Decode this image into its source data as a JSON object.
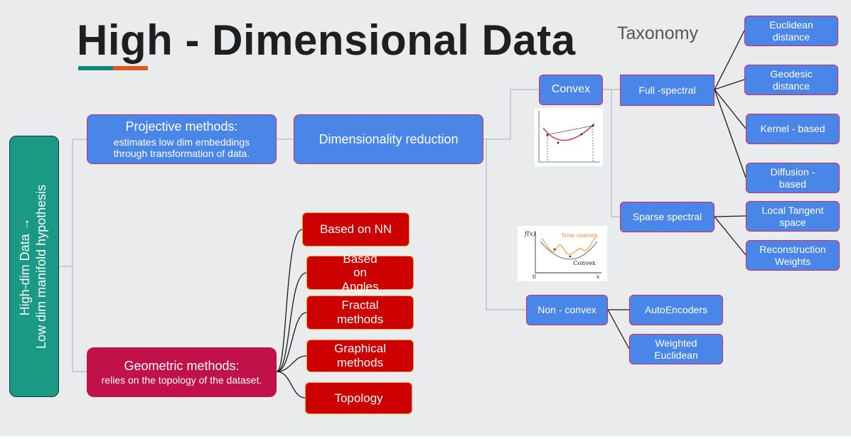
{
  "title": "High - Dimensional Data",
  "taxonomy": "Taxonomy",
  "root": {
    "line1": "High-dim Data →",
    "line2": "Low dim manifold hypothesis"
  },
  "projective": {
    "title": "Projective methods:",
    "desc": "estimates low dim embeddings through transformation of data."
  },
  "geometric": {
    "title": "Geometric methods:",
    "desc": "relies on the topology of the dataset."
  },
  "dim_reduction": "Dimensionality reduction",
  "geometric_children": [
    "Based on NN",
    "Based on Angles",
    "Fractal methods",
    "Graphical methods",
    "Topology"
  ],
  "convex": "Convex",
  "non_convex": "Non - convex",
  "full_spectral": "Full -spectral",
  "sparse_spectral": "Sparse spectral",
  "full_spectral_children": [
    "Euclidean distance",
    "Geodesic distance",
    "Kernel - based",
    "Diffusion - based"
  ],
  "sparse_spectral_children": [
    "Local Tangent space",
    "Reconstruction Weights"
  ],
  "non_convex_children": [
    "AutoEncoders",
    "Weighted Euclidean"
  ],
  "convex_figure": {
    "labels": [
      "f(x)",
      "Non convex",
      "Convex",
      "0",
      "x"
    ]
  },
  "colors": {
    "blue": "#4a86e8",
    "red": "#cc0000",
    "crimson": "#c01148",
    "teal": "#1a9a84",
    "orange_curve": "#f0a040"
  }
}
